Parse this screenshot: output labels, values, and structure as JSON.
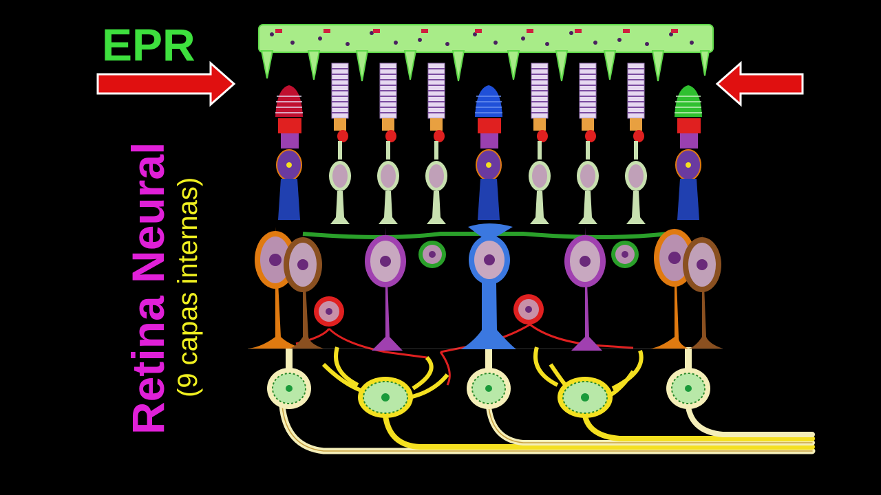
{
  "labels": {
    "epr": "EPR",
    "retina_neural": "Retina Neural",
    "subtitle": "(9 capas internas)"
  },
  "colors": {
    "background": "#000000",
    "epr_text": "#3ee03e",
    "retina_text": "#e020d8",
    "subtitle_text": "#f0f020",
    "arrow_fill": "#e01010",
    "arrow_stroke": "#ffffff",
    "epithelium": "#a8ec88",
    "epithelium_outline": "#5fd84a",
    "rod_segment": "#e6d8f0",
    "rod_stripe": "#7a4aa0",
    "cone_red": "#c01030",
    "cone_blue": "#2050d8",
    "cone_green": "#30c030",
    "nucleus": "#c8a8c0",
    "horizontal_cell": "#d07010",
    "amacrine_cell": "#c02020",
    "bipolar_cell": "#9030a0",
    "bipolar_blue": "#3b78e0",
    "ganglion_cell": "#f4eeb8",
    "ganglion_large": "#f4e020",
    "axon": "#f4eeb8"
  },
  "icons": {
    "left_arrow": "arrow-right-icon",
    "right_arrow": "arrow-left-icon"
  }
}
